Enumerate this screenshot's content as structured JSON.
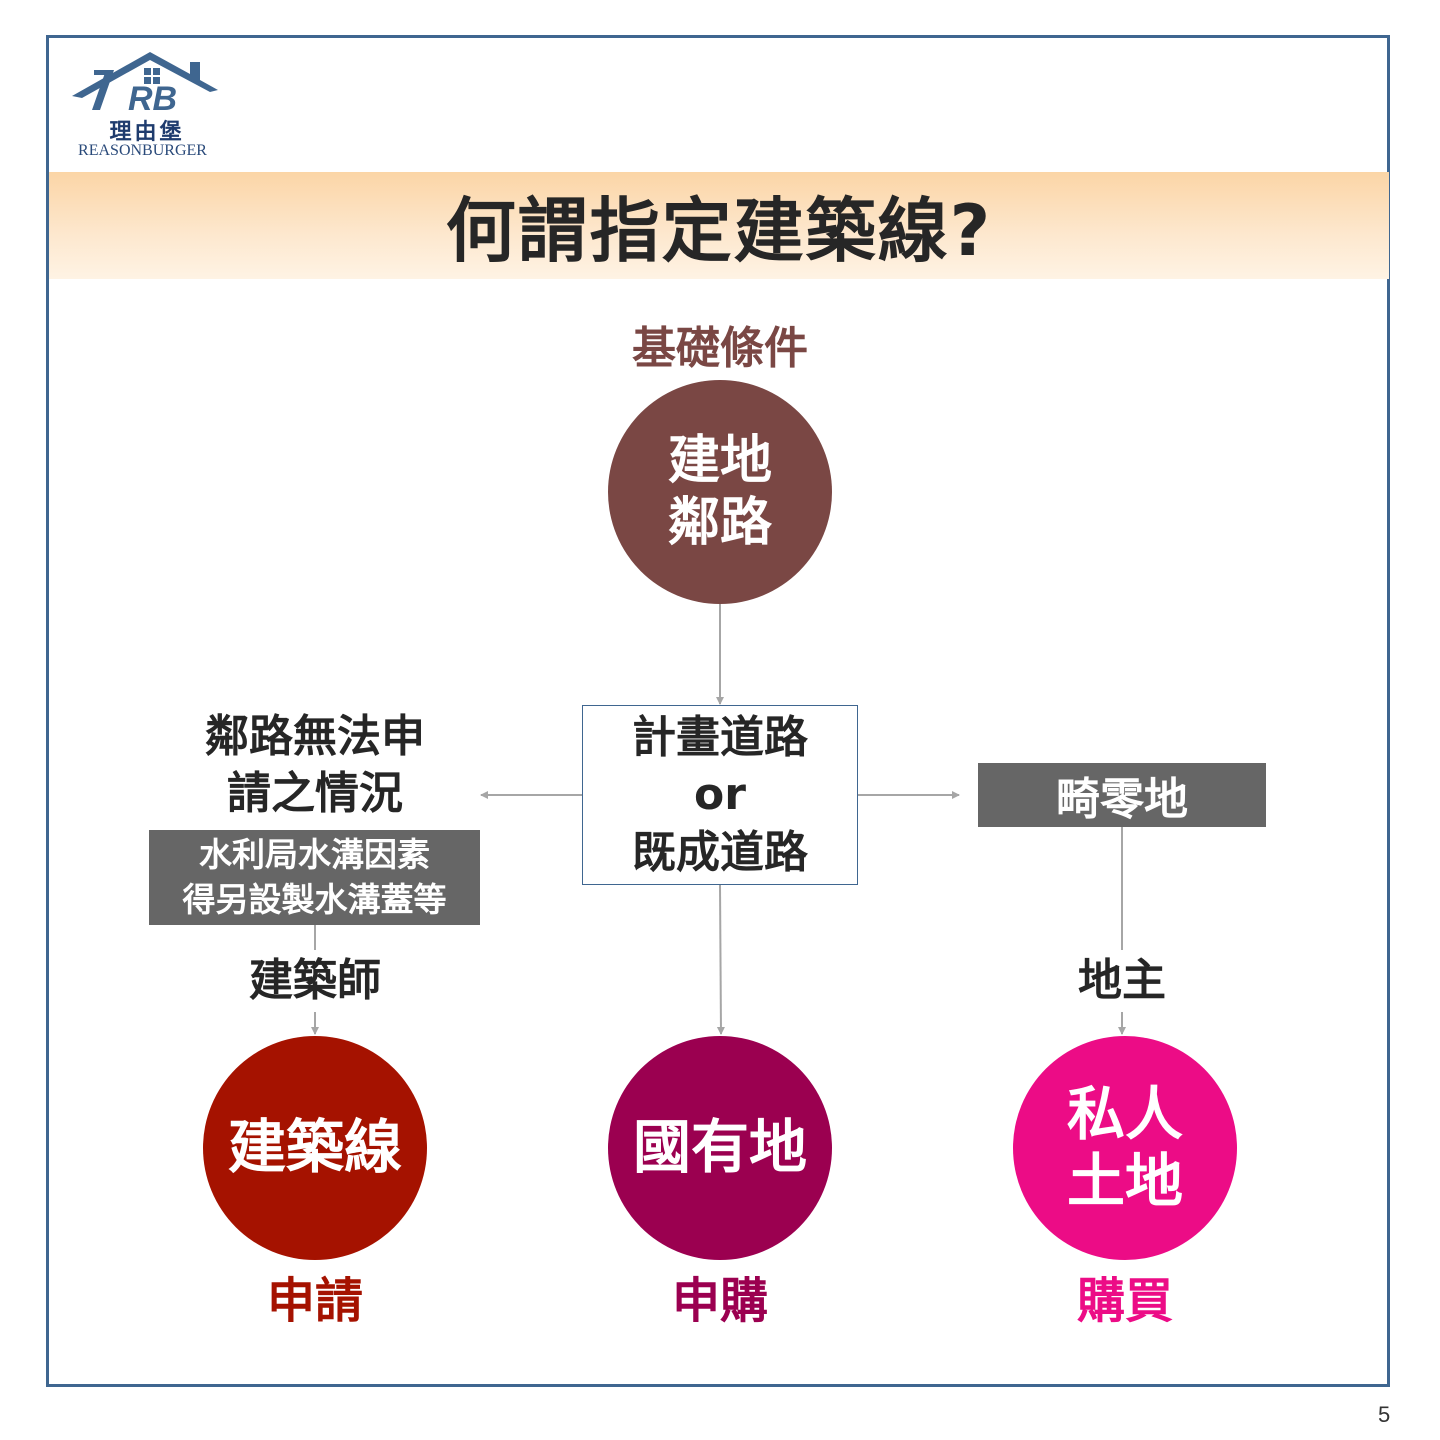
{
  "logo": {
    "monogram": "RB",
    "name_cn": "理由堡",
    "name_en": "REASONBURGER"
  },
  "title": "何謂指定建築線?",
  "subtitle": "基礎條件",
  "top_node": {
    "line1": "建地",
    "line2": "鄰路"
  },
  "center_box": {
    "line1": "計畫道路",
    "line2": "or",
    "line3": "既成道路"
  },
  "left_branch": {
    "label_line1": "鄰路無法申",
    "label_line2": "請之情況",
    "note_line1": "水利局水溝因素",
    "note_line2": "得另設製水溝蓋等",
    "actor": "建築師",
    "node": "建築線",
    "action": "申請",
    "color": "#a51200"
  },
  "middle_branch": {
    "node": "國有地",
    "action": "申購",
    "color": "#9b0050"
  },
  "right_branch": {
    "label": "畸零地",
    "actor": "地主",
    "node_line1": "私人",
    "node_line2": "土地",
    "action": "購買",
    "color": "#ec0c86"
  },
  "colors": {
    "frame": "#3f6690",
    "top_node": "#7a4744",
    "connector": "#a6a6a6",
    "gray_box": "#666666"
  },
  "page_number": "5"
}
